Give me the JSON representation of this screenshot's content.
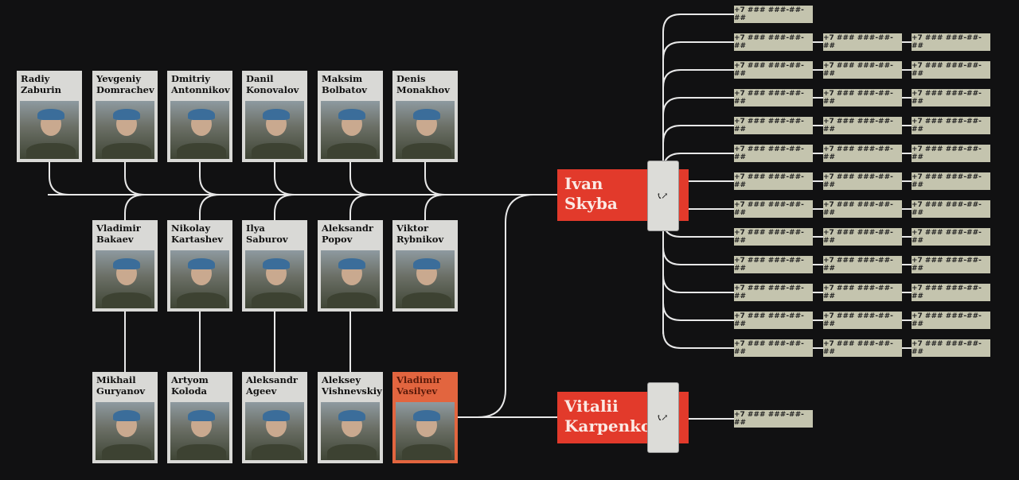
{
  "row1": [
    {
      "name": "Radiy Zaburin",
      "l1": "Radiy",
      "l2": "Zaburin"
    },
    {
      "name": "Yevgeniy Domrachev",
      "l1": "Yevgeniy",
      "l2": "Domrachev"
    },
    {
      "name": "Dmitriy Antonnikov",
      "l1": "Dmitriy",
      "l2": "Antonnikov"
    },
    {
      "name": "Danil Konovalov",
      "l1": "Danil",
      "l2": "Konovalov"
    },
    {
      "name": "Maksim Bolbatov",
      "l1": "Maksim",
      "l2": "Bolbatov"
    },
    {
      "name": "Denis Monakhov",
      "l1": "Denis",
      "l2": "Monakhov"
    }
  ],
  "row2": [
    {
      "l1": "Vladimir",
      "l2": "Bakaev"
    },
    {
      "l1": "Nikolay",
      "l2": "Kartashev"
    },
    {
      "l1": "Ilya",
      "l2": "Saburov"
    },
    {
      "l1": "Aleksandr",
      "l2": "Popov"
    },
    {
      "l1": "Viktor",
      "l2": "Rybnikov"
    }
  ],
  "row3": [
    {
      "l1": "Mikhail",
      "l2": "Guryanov"
    },
    {
      "l1": "Artyom",
      "l2": "Koloda"
    },
    {
      "l1": "Aleksandr",
      "l2": "Ageev"
    },
    {
      "l1": "Aleksey",
      "l2": "Vishnevskiy"
    },
    {
      "l1": "Vladimir",
      "l2": "Vasilyev",
      "highlight": true
    }
  ],
  "contacts": [
    {
      "l1": "Ivan",
      "l2": "Skyba"
    },
    {
      "l1": "Vitalii",
      "l2": "Karpenko"
    }
  ],
  "phone_icon": "phone-outgoing-icon",
  "masked_number": "+7 ### ###-##-##",
  "colors": {
    "background": "#111112",
    "contact": "#e23a2b",
    "highlight": "#e2653f",
    "number_box": "#c4c4ae"
  }
}
